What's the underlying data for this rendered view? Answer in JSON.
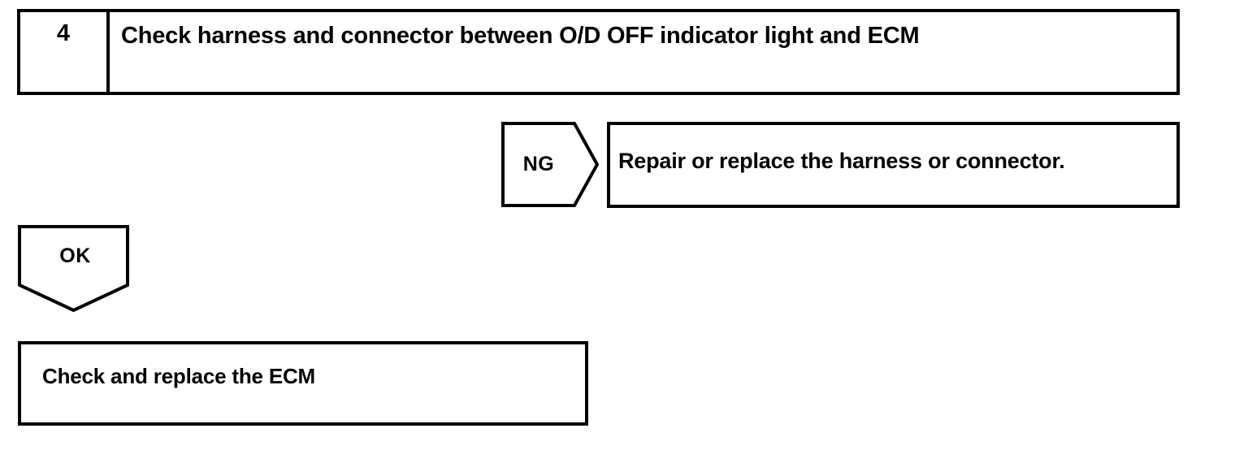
{
  "document": {
    "type": "troubleshooting-flowchart",
    "colors": {
      "ink": "#000000",
      "paper": "#ffffff"
    }
  },
  "step": {
    "number": "4",
    "title": "Check harness and connector between O/D OFF indicator light and ECM"
  },
  "branches": {
    "ng": {
      "label": "NG",
      "result": "Repair or replace the harness or connector."
    },
    "ok": {
      "label": "OK",
      "result": "Check and replace the ECM"
    }
  }
}
